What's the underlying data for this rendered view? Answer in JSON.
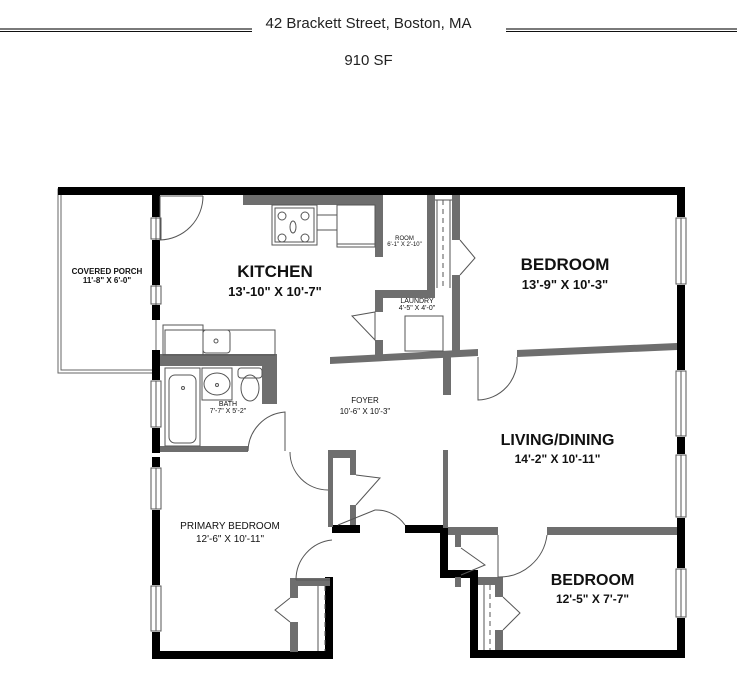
{
  "header": {
    "address": "42 Brackett Street, Boston, MA",
    "area": "910 SF"
  },
  "rooms": [
    {
      "id": "covered-porch",
      "name": "COVERED PORCH",
      "dims": "11'-8\" X 6'-0\""
    },
    {
      "id": "kitchen",
      "name": "KITCHEN",
      "dims": "13'-10\" X 10'-7\""
    },
    {
      "id": "room",
      "name": "ROOM",
      "dims": "6'-1\" X 2'-10\""
    },
    {
      "id": "laundry",
      "name": "LAUNDRY",
      "dims": "4'-5\" X 4'-0\""
    },
    {
      "id": "bedroom-1",
      "name": "BEDROOM",
      "dims": "13'-9\" X 10'-3\""
    },
    {
      "id": "bath",
      "name": "BATH",
      "dims": "7'-7\" X 5'-2\""
    },
    {
      "id": "foyer",
      "name": "FOYER",
      "dims": "10'-6\" X 10'-3\""
    },
    {
      "id": "living-dining",
      "name": "LIVING/DINING",
      "dims": "14'-2\" X 10'-11\""
    },
    {
      "id": "primary-bedroom",
      "name": "PRIMARY BEDROOM",
      "dims": "12'-6\" X 10'-11\""
    },
    {
      "id": "bedroom-2",
      "name": "BEDROOM",
      "dims": "12'-5\" X 7'-7\""
    }
  ],
  "colors": {
    "exterior_wall": "#000000",
    "interior_wall": "#6e6e6e",
    "line": "#555555"
  }
}
